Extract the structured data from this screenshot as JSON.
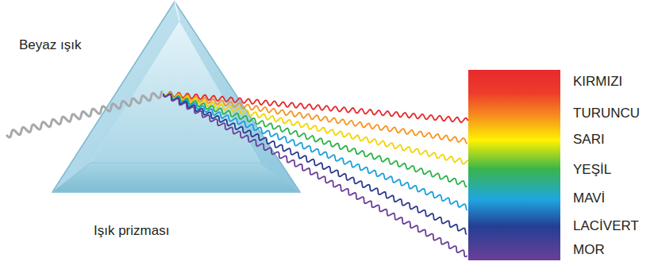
{
  "diagram": {
    "labels": [
      "Beyaz ışık",
      "Işık prizması",
      "KIRMIZI",
      "TURUNCU",
      "SARI",
      "YEŞİL",
      "MAVİ",
      "LACİVERT",
      "MOR"
    ]
  }
}
